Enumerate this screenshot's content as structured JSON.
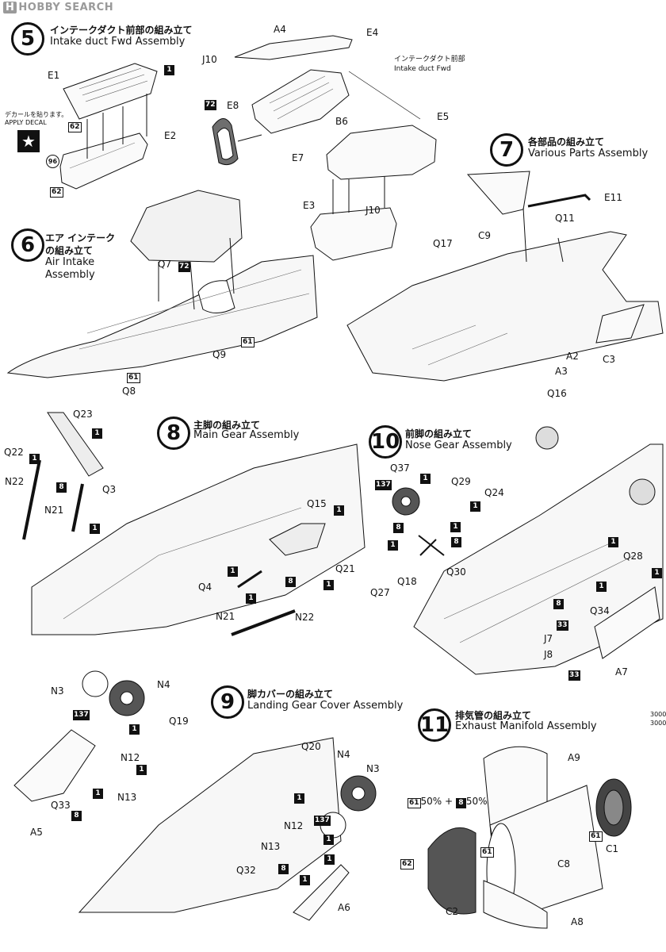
{
  "watermark": "HOBBY SEARCH",
  "steps": [
    {
      "num": "5",
      "title_jp": "インテークダクト前部の組み立て",
      "title_en": "Intake duct Fwd Assembly"
    },
    {
      "num": "6",
      "title_jp": "エア インテーク",
      "title_jp2": "の組み立て",
      "title_en": "Air Intake",
      "title_en2": "Assembly"
    },
    {
      "num": "7",
      "title_jp": "各部品の組み立て",
      "title_en": "Various Parts Assembly"
    },
    {
      "num": "8",
      "title_jp": "主脚の組み立て",
      "title_en": "Main Gear Assembly"
    },
    {
      "num": "10",
      "title_jp": "前脚の組み立て",
      "title_en": "Nose Gear Assembly"
    },
    {
      "num": "9",
      "title_jp": "脚カバーの組み立て",
      "title_en": "Landing Gear Cover Assembly"
    },
    {
      "num": "11",
      "title_jp": "排気管の組み立て",
      "title_en": "Exhaust Manifold Assembly"
    }
  ],
  "notes": {
    "intake_fwd_jp": "インテークダクト前部",
    "intake_fwd_en": "Intake duct Fwd",
    "decal_jp": "デカールを貼ります。",
    "decal_en": "APPLY DECAL",
    "mix_a": "61",
    "mix_text": "50% + ",
    "mix_b": "8",
    "mix_text2": "50%",
    "side_1": "3000",
    "side_2": "3000"
  },
  "part_labels": {
    "A4": "A4",
    "E4": "E4",
    "J10a": "J10",
    "E1": "E1",
    "E8": "E8",
    "B6": "B6",
    "E5": "E5",
    "E2": "E2",
    "E7": "E7",
    "J10b": "J10",
    "E3": "E3",
    "Q7": "Q7",
    "Q9": "Q9",
    "Q8": "Q8",
    "C9": "C9",
    "E11": "E11",
    "Q11": "Q11",
    "Q17": "Q17",
    "A2": "A2",
    "A3": "A3",
    "C3": "C3",
    "Q16": "Q16",
    "Q23": "Q23",
    "Q22": "Q22",
    "N22a": "N22",
    "Q3": "Q3",
    "N21a": "N21",
    "Q15": "Q15",
    "Q21": "Q21",
    "Q4": "Q4",
    "N21b": "N21",
    "N22b": "N22",
    "Q37": "Q37",
    "Q29": "Q29",
    "Q24": "Q24",
    "Q30": "Q30",
    "Q27": "Q27",
    "Q18": "Q18",
    "Q28": "Q28",
    "Q34": "Q34",
    "J7": "J7",
    "J8": "J8",
    "A7": "A7",
    "N3a": "N3",
    "N4a": "N4",
    "Q19": "Q19",
    "N12a": "N12",
    "N13a": "N13",
    "Q33": "Q33",
    "A5": "A5",
    "Q20": "Q20",
    "N4b": "N4",
    "N3b": "N3",
    "N12b": "N12",
    "N13b": "N13",
    "Q32": "Q32",
    "A6": "A6",
    "A9": "A9",
    "C1": "C1",
    "C8": "C8",
    "C2": "C2",
    "A8": "A8"
  },
  "paint_codes": {
    "b1": "1",
    "c62a": "62",
    "c96": "96",
    "c62b": "62",
    "b72a": "72",
    "b72b": "72",
    "c61a": "61",
    "c61b": "61",
    "b1_q23": "1",
    "b1_q22": "1",
    "b8_n22": "8",
    "b1_n21": "1",
    "b1_q15": "1",
    "b1_q4": "1",
    "b8_q15": "8",
    "b1_q21": "1",
    "b1_n21b": "1",
    "b1_q37": "1",
    "b137_q37": "137",
    "b1_q24": "1",
    "b8_q29": "8",
    "b1_q30a": "1",
    "b8_q30": "8",
    "b1_q18": "1",
    "b1_q28": "1",
    "b1_q34": "1",
    "b8_q34": "8",
    "b33_j7": "33",
    "b33_j8": "33",
    "b1_a7": "1",
    "b137_n3": "137",
    "b1_q19": "1",
    "b1_n12": "1",
    "b1_n13": "1",
    "b8_q33": "8",
    "b1_q20": "1",
    "b137_n4": "137",
    "b1_n12b": "1",
    "b1_n13b": "1",
    "b8_q32": "8",
    "b1_q32": "1",
    "c61_c1": "61",
    "c61_c8": "61",
    "c62_c2": "62"
  }
}
